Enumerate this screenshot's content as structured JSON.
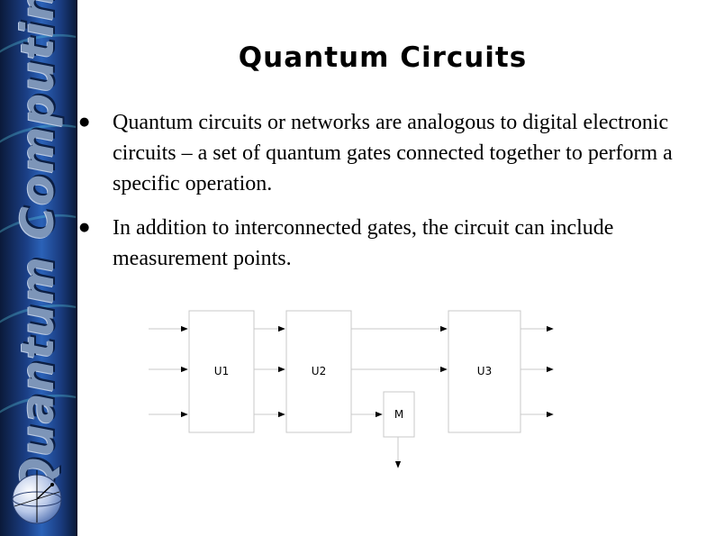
{
  "sidebar": {
    "title": "Quantum Computing"
  },
  "slide": {
    "title": "Quantum Circuits",
    "bullets": [
      "Quantum circuits or networks are analogous to digital electronic circuits – a set of quantum gates connected together to perform a specific operation.",
      "In addition to interconnected gates, the circuit can include measurement points."
    ],
    "bullet_glyph": "●"
  },
  "circuit": {
    "gates": [
      "U1",
      "U2",
      "U3"
    ],
    "measurement": "M"
  },
  "colors": {
    "sidebar_blue": "#1b3f86",
    "sidebar_text": "#7d95b8",
    "circuit_line": "#bfbfbf"
  }
}
